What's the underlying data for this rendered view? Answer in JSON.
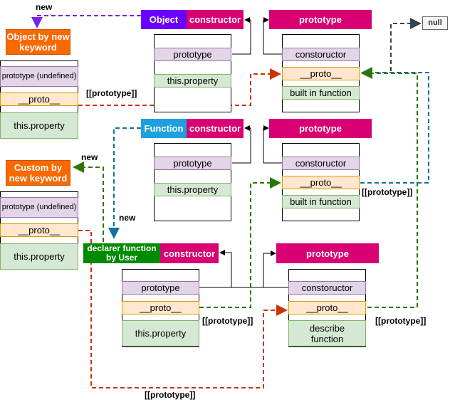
{
  "object_block": {
    "header": "Object",
    "constructor": "constructor",
    "prototype_title": "prototype",
    "fn_rows": {
      "prototype": "prototype",
      "this_property": "this.property"
    },
    "proto_rows": {
      "constructor": "constoructor",
      "proto": "__proto__",
      "builtin": "built in function"
    }
  },
  "function_block": {
    "header": "Function",
    "constructor": "constructor",
    "prototype_title": "prototype",
    "fn_rows": {
      "prototype": "prototype",
      "this_property": "this.property"
    },
    "proto_rows": {
      "constructor": "constoructor",
      "proto": "__proto__",
      "builtin": "built in function"
    }
  },
  "user_block": {
    "header": "declarer function by User",
    "constructor": "constructor",
    "prototype_title": "prototype",
    "fn_rows": {
      "prototype": "prototype",
      "proto": "__proto__",
      "this_property": "this.property"
    },
    "proto_rows": {
      "constructor": "constoructor",
      "proto": "__proto__",
      "describe": "describe function"
    }
  },
  "object_instance": {
    "title": "Object by new keyword",
    "prototype": "prototype (undefined)",
    "proto": "__proto__",
    "this_property": "this.property"
  },
  "custom_instance": {
    "title": "Custom by new keyword",
    "prototype": "prototype (undefined)",
    "proto": "__proto__",
    "this_property": "this.property"
  },
  "null_label": "null",
  "labels": {
    "new": "new",
    "link": "[[prototype]]"
  },
  "colors": {
    "purple_arrow": "#7a22e6",
    "orange_arrow": "#cc3300",
    "blue_arrow": "#10739e",
    "green_arrow": "#2d7600",
    "dark_arrow": "#314354"
  }
}
